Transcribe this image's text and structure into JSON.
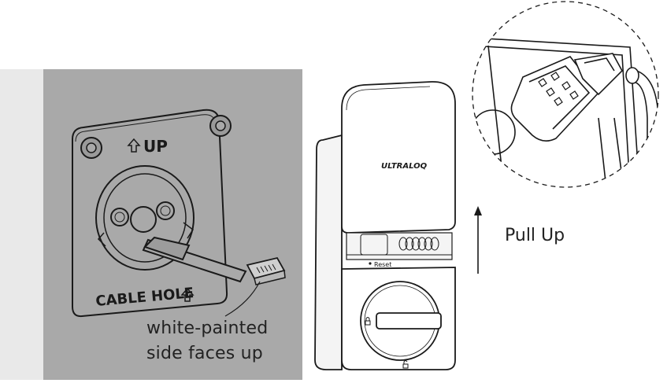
{
  "left_panel": {
    "plate_up_label": "UP",
    "plate_cable_hole_label": "CABLE HOLE",
    "callout_line1": "white-painted",
    "callout_line2": "side faces up"
  },
  "right_panel": {
    "brand_label": "ULTRALOQ",
    "reset_label": "Reset",
    "pull_label": "Pull Up"
  },
  "colors": {
    "panel_background": "#a9a9a9",
    "left_strip": "#e9e9e9",
    "line": "#1a1a1a"
  },
  "icons": [
    "up-arrow-icon",
    "pull-up-arrow-icon",
    "lock-icon",
    "unlock-icon"
  ]
}
